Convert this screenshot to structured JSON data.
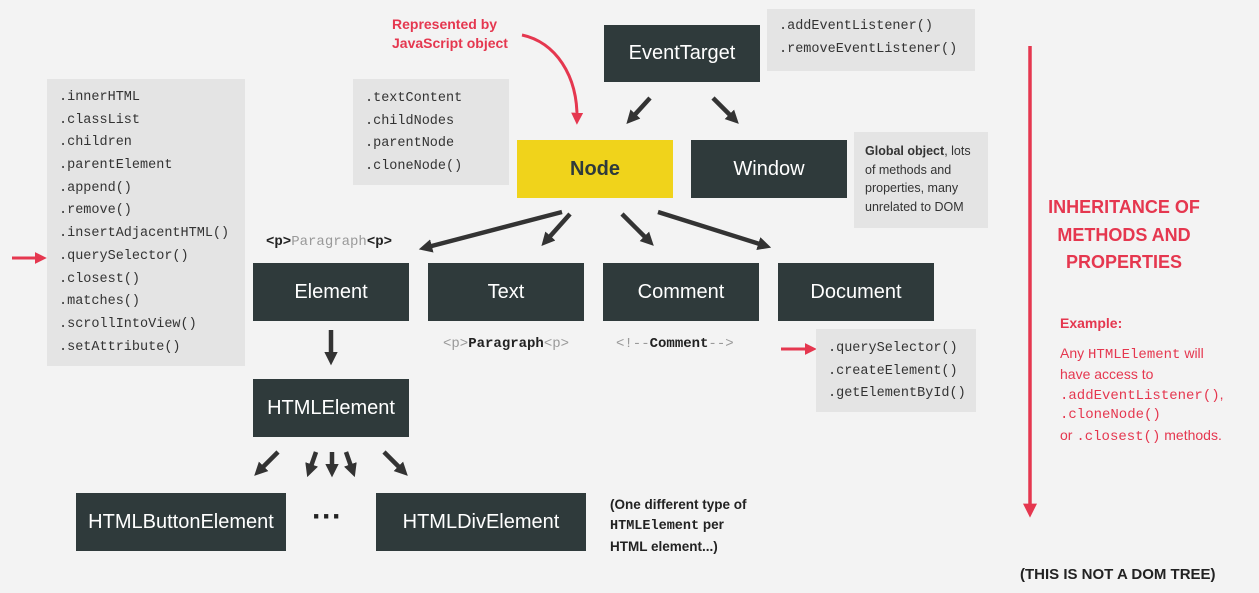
{
  "nodes": {
    "event_target": "EventTarget",
    "node": "Node",
    "window": "Window",
    "element": "Element",
    "text": "Text",
    "comment": "Comment",
    "document": "Document",
    "html_element": "HTMLElement",
    "html_button_element": "HTMLButtonElement",
    "ellipsis": "···",
    "html_div_element": "HTMLDivElement"
  },
  "event_target_methods": [
    ".addEventListener()",
    ".removeEventListener()"
  ],
  "node_methods": [
    ".textContent",
    ".childNodes",
    ".parentNode",
    ".cloneNode()"
  ],
  "element_methods": [
    ".innerHTML",
    ".classList",
    ".children",
    ".parentElement",
    ".append()",
    ".remove()",
    ".insertAdjacentHTML()",
    ".querySelector()",
    ".closest()",
    ".matches()",
    ".scrollIntoView()",
    ".setAttribute()"
  ],
  "document_methods": [
    ".querySelector()",
    ".createElement()",
    ".getElementById()"
  ],
  "represented_by": {
    "line1": "Represented by",
    "line2": "JavaScript object"
  },
  "window_note": {
    "bold": "Global object",
    "rest1": ", lots",
    "line2": "of methods and",
    "line3": "properties, many",
    "line4": "unrelated to DOM"
  },
  "element_example": {
    "tag_open": "<p>",
    "text": "Paragraph",
    "tag_close": "<p>"
  },
  "text_example": {
    "tag_open": "<p>",
    "text": "Paragraph",
    "tag_close": "<p>"
  },
  "comment_example": {
    "open": "<!--",
    "text": "Comment",
    "close": "-->"
  },
  "html_element_note": {
    "line1": "(One different type of",
    "line2_code": "HTMLElement",
    "line2_rest": " per",
    "line3": "HTML element...)"
  },
  "inheritance_title": {
    "line1": "INHERITANCE OF",
    "line2": "METHODS AND",
    "line3": "PROPERTIES"
  },
  "example": {
    "heading": "Example:",
    "l1_a": "Any ",
    "l1_code": "HTMLElement",
    "l1_b": " will",
    "l2": "have access to",
    "l3_code": ".addEventListener()",
    "l3_b": ",",
    "l4_code": ".cloneNode()",
    "l5_a": "or ",
    "l5_code": ".closest()",
    "l5_b": " methods."
  },
  "not_dom_tree": "(THIS IS NOT A DOM TREE)",
  "colors": {
    "box": "#2f3a3b",
    "node": "#f0d31b",
    "accent": "#e5374f",
    "panel": "#e4e4e4",
    "background": "#f3f3f3"
  }
}
